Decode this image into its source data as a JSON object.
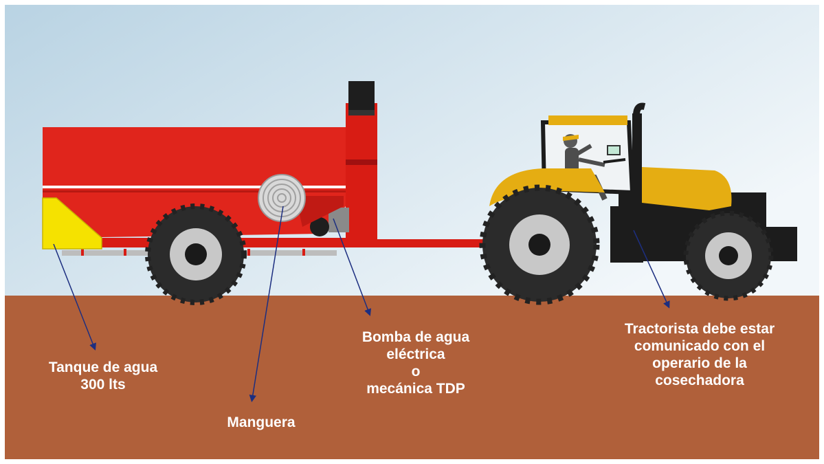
{
  "colors": {
    "sky_top": "#b9d3e3",
    "sky_bottom": "#eef5f9",
    "ground": "#b0603a",
    "cart_red": "#e0251c",
    "tank_yellow": "#f5e200",
    "tractor_yellow": "#e5ad12",
    "tire": "#2b2b2b",
    "rim": "#c8c8c8",
    "arrow": "#1c2e80",
    "label_text": "#ffffff"
  },
  "labels": {
    "tank": [
      "Tanque de agua",
      "300 lts"
    ],
    "hose": [
      "Manguera"
    ],
    "pump": [
      "Bomba de agua",
      "eléctrica",
      "o",
      "mecánica TDP"
    ],
    "driver": [
      "Tractorista debe estar",
      "comunicado con el",
      "operario de la",
      "cosechadora"
    ]
  }
}
